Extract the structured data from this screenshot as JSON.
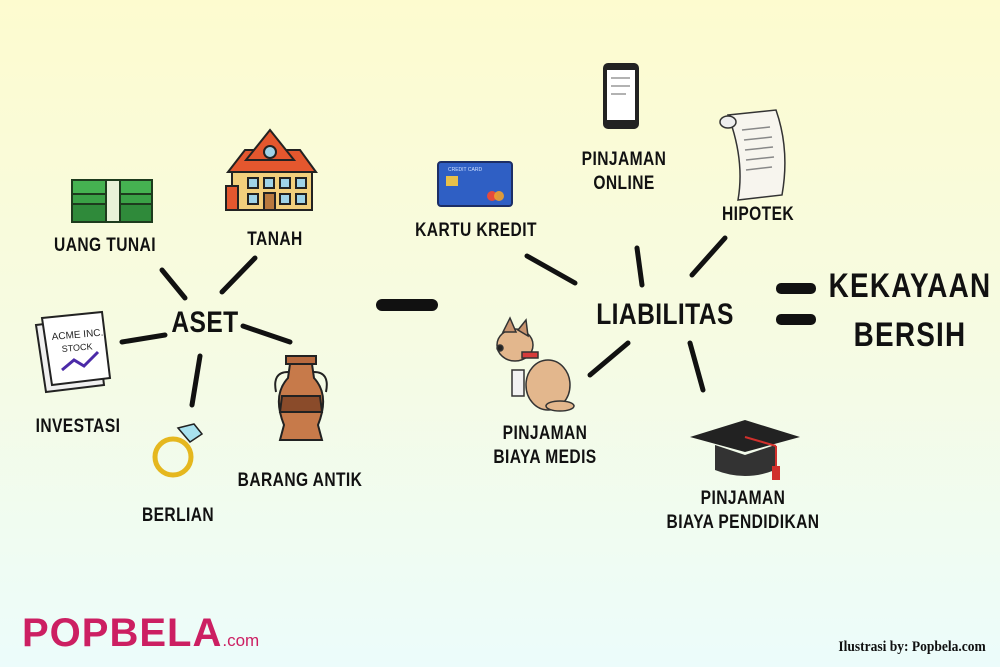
{
  "assets": {
    "title": "ASET",
    "items": [
      {
        "label": "UANG TUNAI",
        "icon": "money-stack-icon"
      },
      {
        "label": "TANAH",
        "icon": "house-icon"
      },
      {
        "label": "INVESTASI",
        "icon": "stock-document-icon",
        "icon_text": [
          "ACME INC.",
          "STOCK"
        ]
      },
      {
        "label": "BERLIAN",
        "icon": "diamond-ring-icon"
      },
      {
        "label": "BARANG ANTIK",
        "icon": "antique-vase-icon"
      }
    ]
  },
  "liabilities": {
    "title": "LIABILITAS",
    "items": [
      {
        "label": "KARTU KREDIT",
        "icon": "credit-card-icon",
        "icon_text": "CREDIT CARD"
      },
      {
        "label_lines": [
          "PINJAMAN",
          "ONLINE"
        ],
        "icon": "smartphone-icon"
      },
      {
        "label": "HIPOTEK",
        "icon": "scroll-icon"
      },
      {
        "label_lines": [
          "PINJAMAN",
          "BIAYA MEDIS"
        ],
        "icon": "injured-dog-icon"
      },
      {
        "label_lines": [
          "PINJAMAN",
          "BIAYA PENDIDIKAN"
        ],
        "icon": "graduation-cap-icon"
      }
    ]
  },
  "operators": {
    "minus": "minus-sign",
    "equals": "equals-sign"
  },
  "result": {
    "lines": [
      "KEKAYAAN",
      "BERSIH"
    ]
  },
  "footer": {
    "logo_main": "POPBELA",
    "logo_suffix": ".com",
    "credit": "Ilustrasi by: Popbela.com"
  },
  "colors": {
    "brand": "#cc1f62",
    "text": "#111111"
  }
}
